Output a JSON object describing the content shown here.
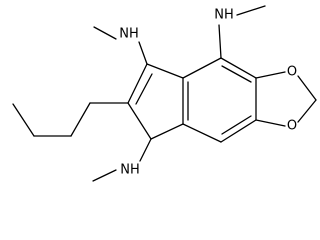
{
  "molecule": {
    "atoms": [
      {
        "id": "nh_left",
        "label": "NH"
      },
      {
        "id": "nh_right",
        "label": "NH"
      },
      {
        "id": "nh_bottom",
        "label": "NH"
      },
      {
        "id": "o_top",
        "label": "O"
      },
      {
        "id": "o_bottom",
        "label": "O"
      }
    ]
  }
}
